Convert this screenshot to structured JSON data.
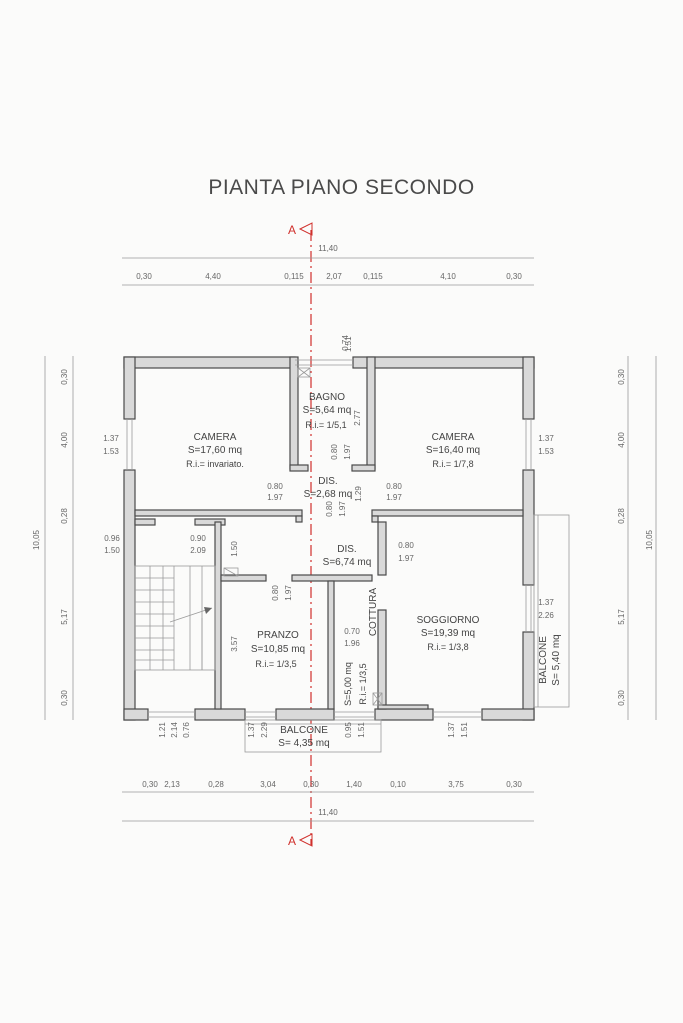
{
  "title": "PIANTA PIANO SECONDO",
  "section_marker": "A",
  "rooms": [
    {
      "name": "CAMERA",
      "area": "S=17,60 mq",
      "ri": "R.i.= invariato."
    },
    {
      "name": "BAGNO",
      "area": "S=5,64 mq",
      "ri": "R.i.= 1/5,1"
    },
    {
      "name": "CAMERA",
      "area": "S=16,40 mq",
      "ri": "R.i.= 1/7,8"
    },
    {
      "name": "DIS.",
      "area": "S=2,68 mq"
    },
    {
      "name": "DIS.",
      "area": "S=6,74 mq"
    },
    {
      "name": "PRANZO",
      "area": "S=10,85 mq",
      "ri": "R.i.= 1/3,5"
    },
    {
      "name": "COTTURA",
      "area": "S=5,00 mq",
      "ri": "R.i.= 1/3,5"
    },
    {
      "name": "SOGGIORNO",
      "area": "S=19,39 mq",
      "ri": "R.i.= 1/3,8"
    },
    {
      "name": "BALCONE",
      "area": "S= 4,35 mq"
    },
    {
      "name": "BALCONE",
      "area": "S= 5,40 mq"
    }
  ],
  "dims_top": {
    "total": "11,40",
    "parts": [
      "0,30",
      "4,40",
      "0,115",
      "2,07",
      "0,115",
      "4,10",
      "0,30"
    ]
  },
  "dims_bottom": {
    "total": "11,40",
    "parts": [
      "0,30",
      "2,13",
      "0,28",
      "3,04",
      "0,30",
      "1,40",
      "0,10",
      "3,75",
      "0,30"
    ]
  },
  "dims_left": {
    "total": "10,05",
    "parts": [
      "0,30",
      "4,00",
      "0,28",
      "5,17",
      "0,30"
    ]
  },
  "dims_right": {
    "total": "10,05",
    "parts": [
      "0,30",
      "4,00",
      "0,28",
      "5,17",
      "0,30"
    ]
  },
  "openings": {
    "bagno_top": [
      "0.74",
      "1.51"
    ],
    "bagno_side": "2.77",
    "bagno_door": [
      "0.80",
      "1.97"
    ],
    "camera_l_window": [
      "1.37",
      "1.53"
    ],
    "camera_r_window": [
      "1.37",
      "1.53"
    ],
    "door_l": [
      "0.80",
      "1.97"
    ],
    "door_r": [
      "0.80",
      "1.97"
    ],
    "dis_door_center": [
      "0.80",
      "1.97"
    ],
    "dis_door_right": [
      "1.29"
    ],
    "stair_window": [
      "0.96",
      "1.50"
    ],
    "stair_door": [
      "0.90",
      "2.09"
    ],
    "dis_side": "1.50",
    "dis2_door": [
      "0.80",
      "1.97"
    ],
    "pranzo_door": [
      "0.80",
      "1.97"
    ],
    "cottura_door": [
      "0.70",
      "1.96"
    ],
    "soggiorno_window": [
      "1.37",
      "2.26"
    ],
    "pranzo_side": "3.57",
    "stair_bottom": [
      "1.21",
      "2.14",
      "0.76"
    ],
    "pranzo_bottom": [
      "1.37",
      "2.29"
    ],
    "cottura_bottom": [
      "0.95",
      "1.51"
    ],
    "soggiorno_bottom": [
      "1.37",
      "1.51"
    ]
  }
}
